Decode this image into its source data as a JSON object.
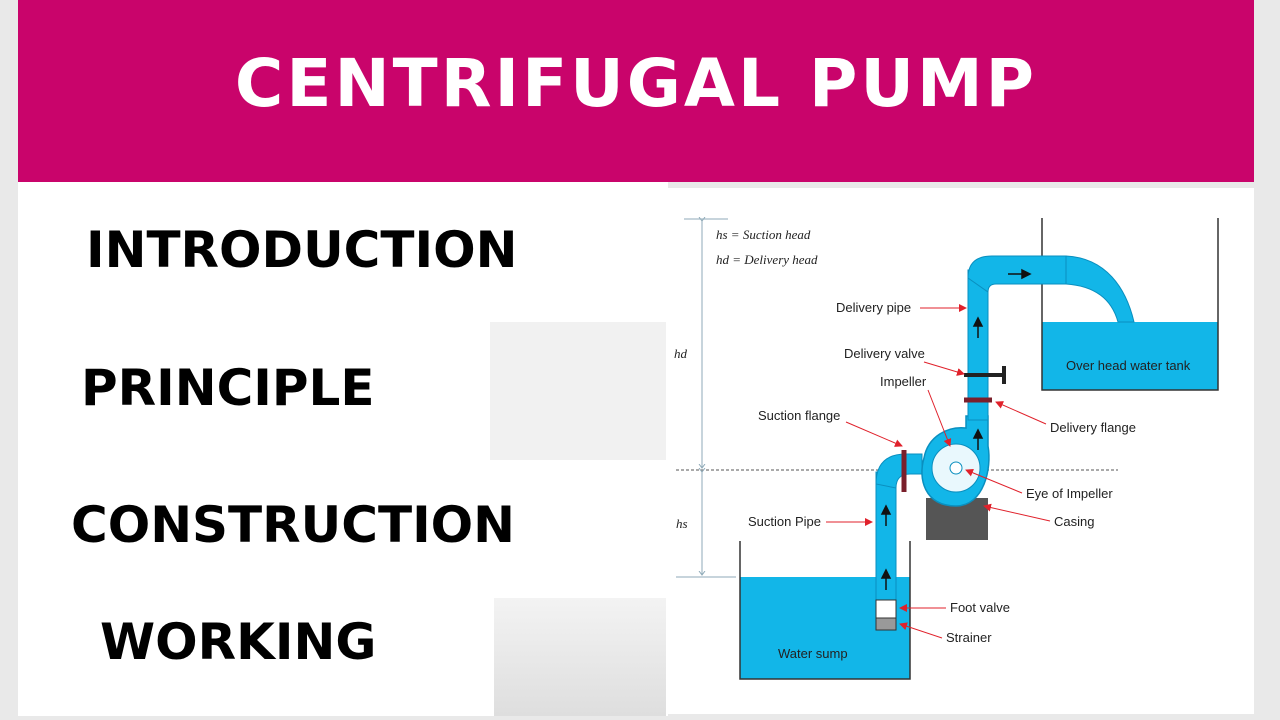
{
  "banner": {
    "title": "CENTRIFUGAL PUMP"
  },
  "topics": [
    "INTRODUCTION",
    "PRINCIPLE",
    "CONSTRUCTION",
    "WORKING"
  ],
  "diagram": {
    "legend": [
      "hs = Suction head",
      "hd = Delivery head"
    ],
    "dimension_labels": {
      "delivery": "hd",
      "suction": "hs"
    },
    "labels": {
      "delivery_pipe": "Delivery pipe",
      "delivery_valve": "Delivery valve",
      "impeller": "Impeller",
      "suction_flange": "Suction flange",
      "delivery_flange": "Delivery flange",
      "eye_of_impeller": "Eye of Impeller",
      "casing": "Casing",
      "suction_pipe": "Suction Pipe",
      "foot_valve": "Foot valve",
      "strainer": "Strainer",
      "water_sump": "Water sump",
      "overhead_tank": "Over head water tank"
    },
    "colors": {
      "banner": "#c9046b",
      "water": "#12b6e8",
      "pointer": "#e0212b",
      "flange": "#7a1f2b",
      "stand": "#555555"
    }
  }
}
